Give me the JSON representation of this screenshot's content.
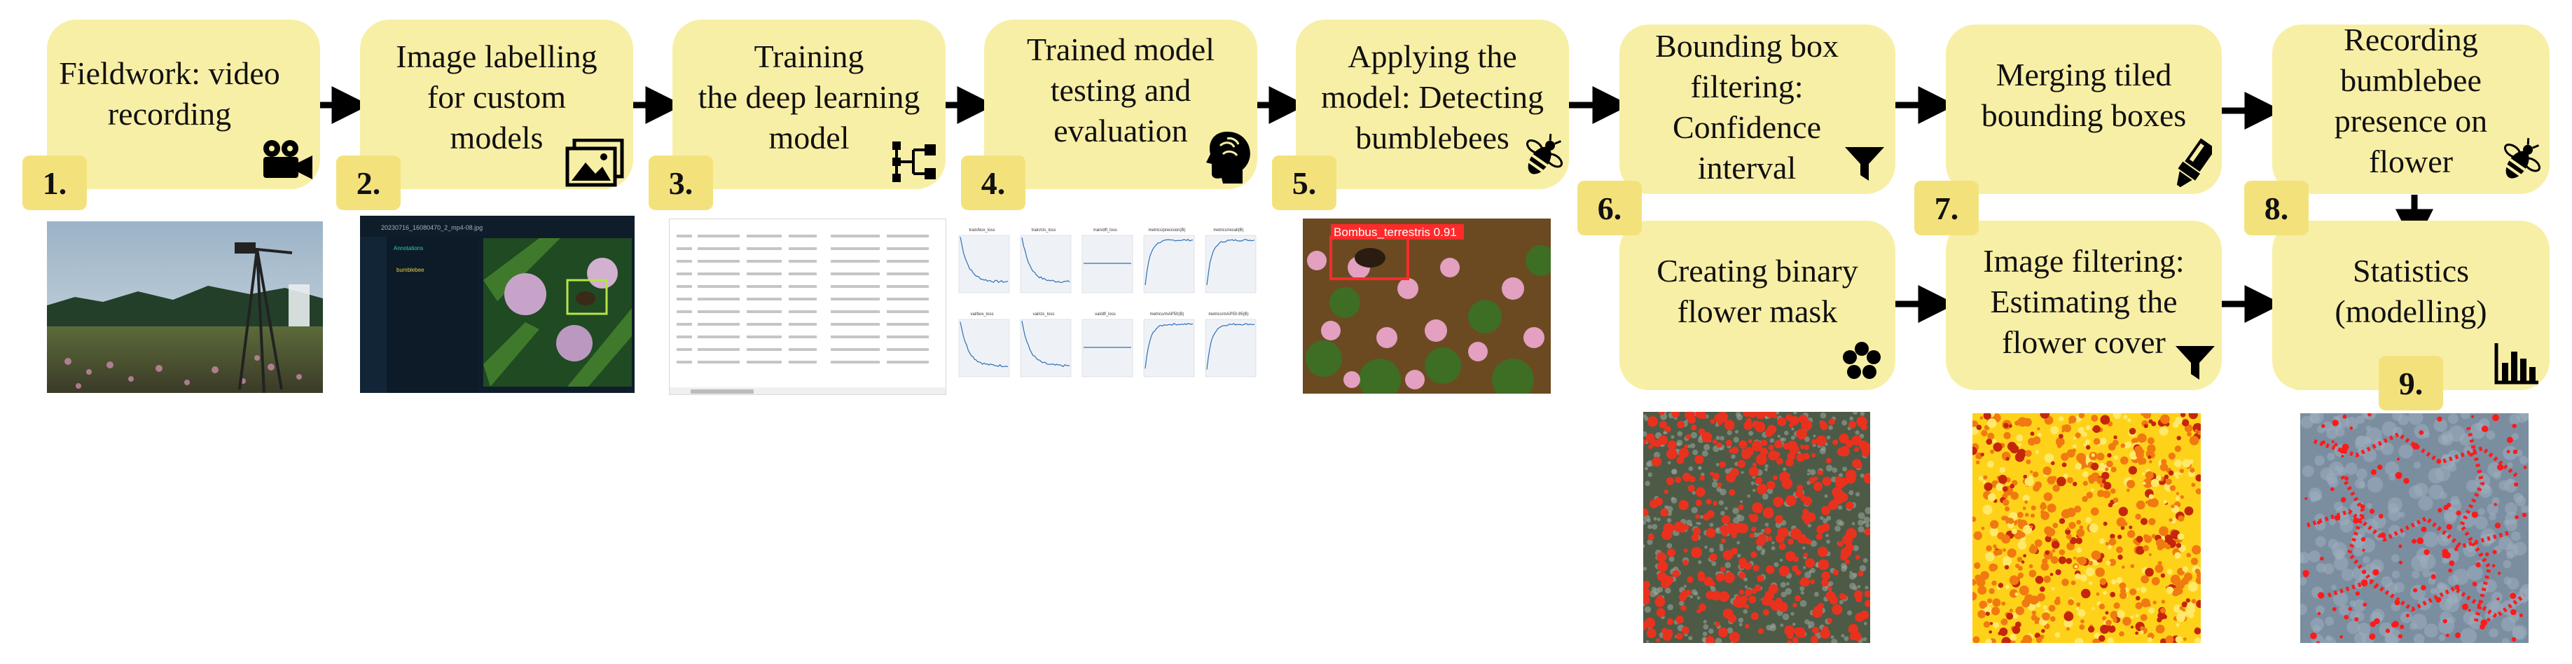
{
  "steps": [
    {
      "id": "1",
      "label_lines": [
        "Fieldwork: video",
        "recording"
      ],
      "number": "1.",
      "icon": "video-camera-icon"
    },
    {
      "id": "2",
      "label_lines": [
        "Image labelling",
        "for custom",
        "models"
      ],
      "number": "2.",
      "icon": "images-icon"
    },
    {
      "id": "3",
      "label_lines": [
        "Training",
        "the deep learning",
        "model"
      ],
      "number": "3.",
      "icon": "network-tree-icon"
    },
    {
      "id": "4",
      "label_lines": [
        "Trained model",
        "testing and",
        "evaluation"
      ],
      "number": "4.",
      "icon": "brain-head-icon"
    },
    {
      "id": "5",
      "label_lines": [
        "Applying the",
        "model: Detecting",
        "bumblebees"
      ],
      "number": "5.",
      "icon": "bee-icon"
    },
    {
      "id": "6",
      "label_lines": [
        "Bounding box",
        "filtering:",
        "Confidence",
        "interval"
      ],
      "number": "6.",
      "icon": "filter-icon"
    },
    {
      "id": "6b",
      "label_lines": [
        "Creating binary",
        "flower mask"
      ],
      "icon": "flower-icon"
    },
    {
      "id": "7",
      "label_lines": [
        "Merging tiled",
        "bounding boxes"
      ],
      "number": "7.",
      "icon": "marker-icon"
    },
    {
      "id": "7b",
      "label_lines": [
        "Image filtering:",
        "Estimating the",
        "flower cover"
      ],
      "icon": "filter-icon"
    },
    {
      "id": "8",
      "label_lines": [
        "Recording",
        "bumblebee",
        "presence on",
        "flower"
      ],
      "number": "8.",
      "icon": "bee-icon"
    },
    {
      "id": "9",
      "label_lines": [
        "Statistics",
        "(modelling)"
      ],
      "number": "9.",
      "icon": "bar-chart-icon"
    }
  ],
  "photos": {
    "detection_label": "Bombus_terrestris  0.91",
    "labelling_title": "20230716_16080470_2_mp4-08.jpg",
    "labelling_panel_title": "Annotations",
    "labelling_tag": "bumblebee",
    "eval_plot_titles": [
      "train/box_loss",
      "train/cls_loss",
      "train/dfl_loss",
      "metrics/precision(B)",
      "metrics/recall(B)",
      "val/box_loss",
      "val/cls_loss",
      "val/dfl_loss",
      "metrics/mAP50(B)",
      "metrics/mAP50-95(B)"
    ]
  },
  "colors": {
    "box": "#f8efa6",
    "number": "#f3e27c",
    "arrow": "#000000",
    "mask_red": "#e8321e",
    "heat_yellow": "#ffd21a",
    "heat_orange": "#f07a10"
  }
}
